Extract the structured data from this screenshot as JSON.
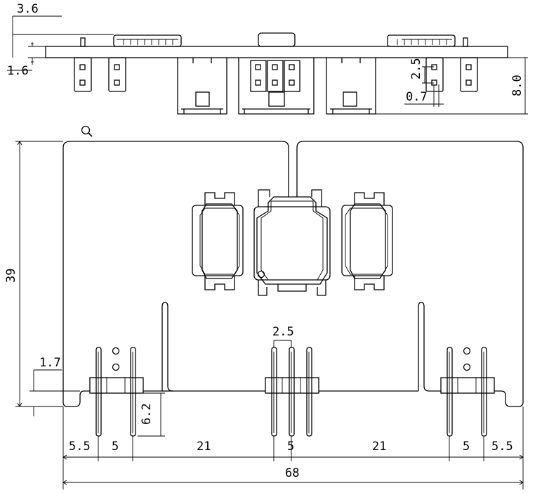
{
  "tool": {
    "zoom_icon": "magnifier-icon"
  },
  "dimensions": {
    "top_overhang": "3.6",
    "board_thickness": "1.6",
    "pin_pitch_side": "2.5",
    "pin_width": "0.7",
    "total_height_side": "8.0",
    "overall_height": "39",
    "slot_gap": "1.7",
    "middle_pitch": "2.5",
    "pin_length": "6.2",
    "seg_left": "5.5",
    "seg_left_pitch": "5",
    "seg_left_gap": "21",
    "seg_mid_pitch": "5",
    "seg_right_gap": "21",
    "seg_right_pitch": "5",
    "seg_right": "5.5",
    "overall_width": "68"
  }
}
